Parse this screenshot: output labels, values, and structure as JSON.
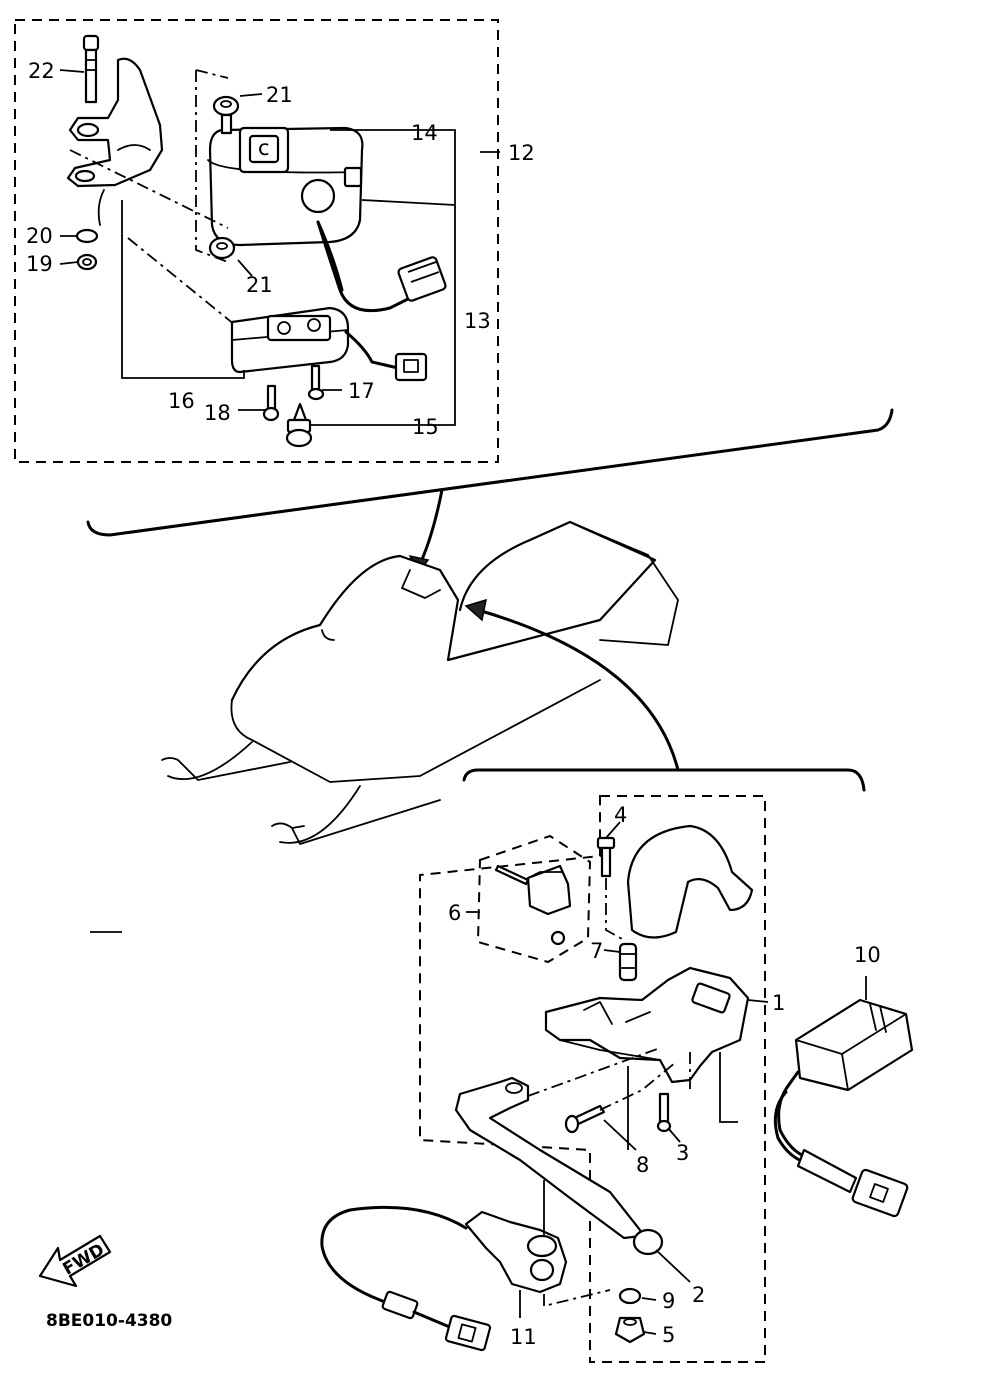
{
  "diagram_code": "8BE010-4380",
  "fwd_label": "FWD",
  "callouts": {
    "c1": "1",
    "c2": "2",
    "c3": "3",
    "c4": "4",
    "c5": "5",
    "c6": "6",
    "c7": "7",
    "c8": "8",
    "c9": "9",
    "c10": "10",
    "c11": "11",
    "c12": "12",
    "c13": "13",
    "c14": "14",
    "c15": "15",
    "c16": "16",
    "c17": "17",
    "c18": "18",
    "c19": "19",
    "c20": "20",
    "c21a": "21",
    "c21b": "21",
    "c22": "22"
  }
}
